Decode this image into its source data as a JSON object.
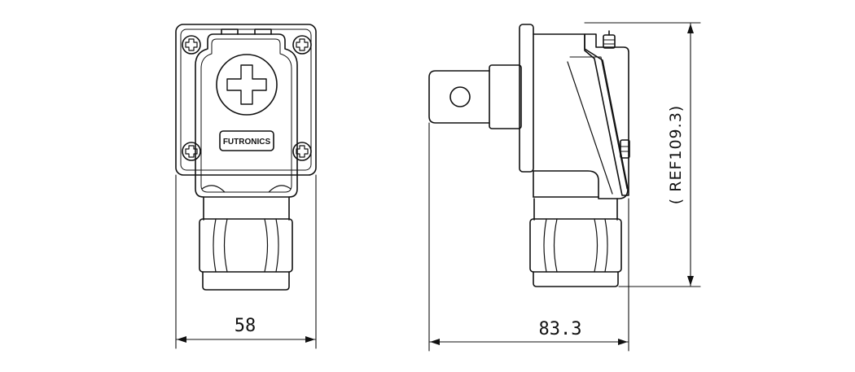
{
  "drawing": {
    "front_view": {
      "logo_text": "FUTRONICS",
      "width_dimension": "58"
    },
    "side_view": {
      "depth_dimension": "83.3",
      "height_dimension": "( REF109.3)"
    },
    "colors": {
      "line": "#111111",
      "background": "#ffffff"
    }
  }
}
